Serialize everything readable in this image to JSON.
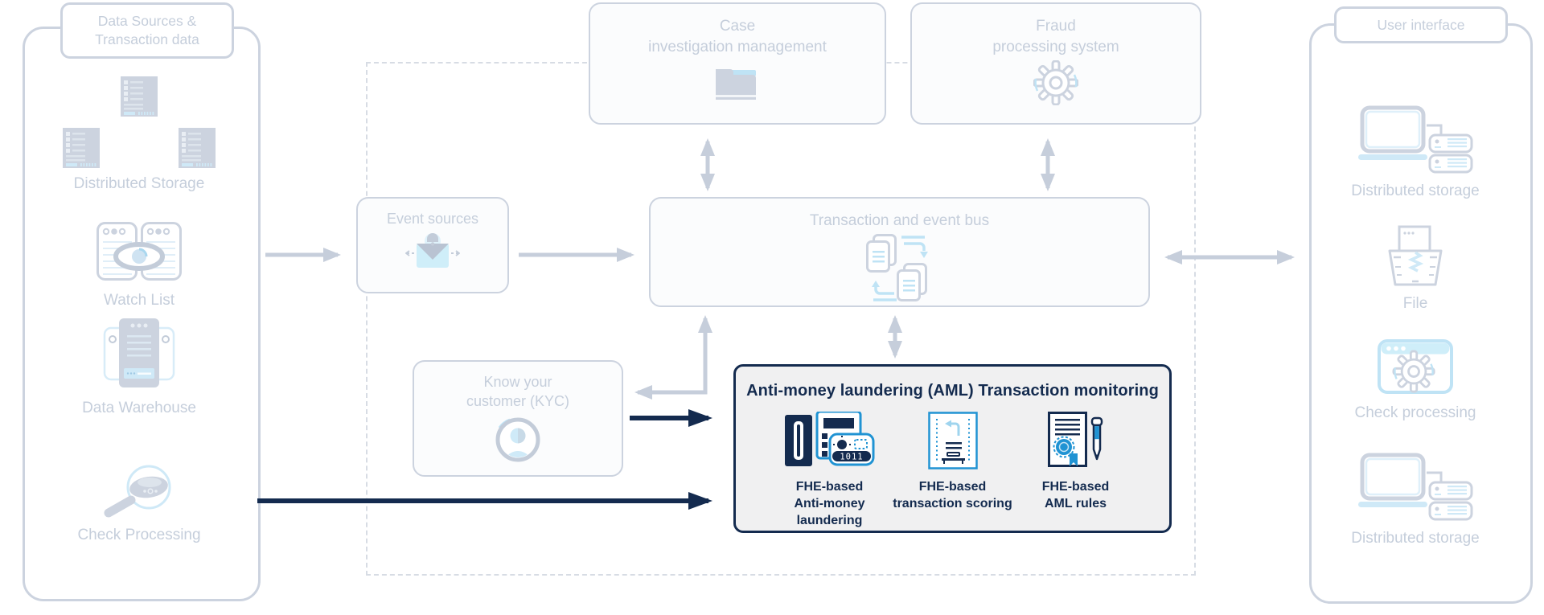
{
  "colors": {
    "navy": "#142b4f",
    "blue": "#2093d3",
    "light_blue": "#cfe9f7",
    "faded_gray": "#ccd3df",
    "faded_text": "#c5cedb",
    "aml_fill": "#f0f0f1",
    "box_fill": "#fbfcfd"
  },
  "left_panel": {
    "title": "Data Sources &\nTransaction data",
    "items": [
      {
        "label": "Distributed Storage",
        "icon": "distributed-storage-icon"
      },
      {
        "label": "Watch List",
        "icon": "watch-list-icon"
      },
      {
        "label": "Data Warehouse",
        "icon": "data-warehouse-icon"
      },
      {
        "label": "Check Processing",
        "icon": "magnifier-icon"
      }
    ]
  },
  "middle": {
    "case_box": {
      "label": "Case\ninvestigation management",
      "icon": "folder-icon"
    },
    "fraud_box": {
      "label": "Fraud\nprocessing system",
      "icon": "gear-icon"
    },
    "event_sources": {
      "label": "Event sources",
      "icon": "notification-mail-icon"
    },
    "bus": {
      "label": "Transaction and event bus",
      "icon": "document-exchange-icon"
    },
    "kyc": {
      "label": "Know your\ncustomer (KYC)",
      "icon": "person-icon"
    }
  },
  "aml": {
    "title": "Anti-money laundering (AML) Transaction monitoring",
    "items": [
      {
        "label": "FHE-based\nAnti-money laundering",
        "icon": "card-reader-icon",
        "icon_text": "1011"
      },
      {
        "label": "FHE-based\ntransaction scoring",
        "icon": "scoring-document-icon"
      },
      {
        "label": "FHE-based\nAML rules",
        "icon": "certificate-pen-icon"
      }
    ]
  },
  "right_panel": {
    "title": "User interface",
    "items": [
      {
        "label": "Distributed storage",
        "icon": "laptop-servers-icon"
      },
      {
        "label": "File",
        "icon": "file-shredder-icon"
      },
      {
        "label": "Check processing",
        "icon": "browser-gear-icon"
      },
      {
        "label": "Distributed storage",
        "icon": "laptop-servers-icon"
      }
    ]
  }
}
